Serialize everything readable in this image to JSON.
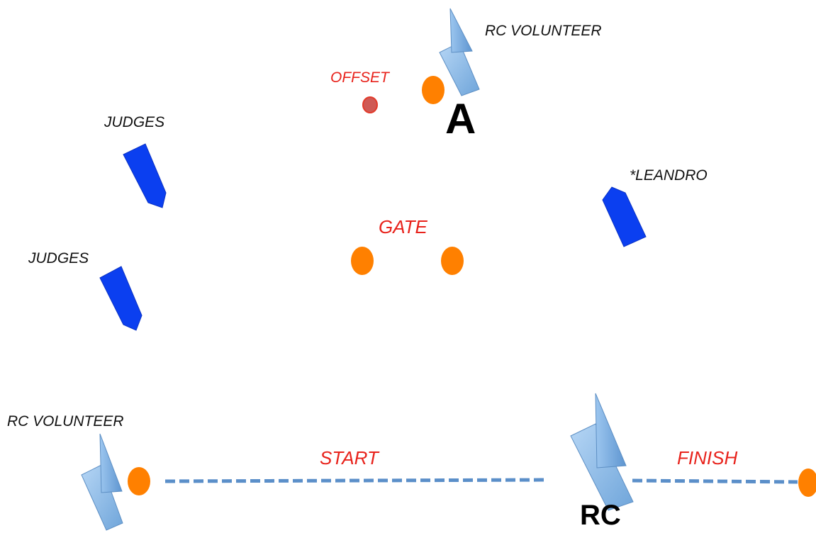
{
  "colors": {
    "mark": "#ff8000",
    "offset_mark": "#cf5a55",
    "judge_boat": "#0b3ff0",
    "rc_boat": "#8fbde8",
    "line": "#5b8fc9",
    "red_text": "#e8231c"
  },
  "labels": {
    "rc_volunteer_top": "RC VOLUNTEER",
    "offset": "OFFSET",
    "mark_a": "A",
    "judges_1": "JUDGES",
    "judges_2": "JUDGES",
    "leandro": "*LEANDRO",
    "gate": "GATE",
    "rc_volunteer_bottom": "RC VOLUNTEER",
    "start": "START",
    "finish": "FINISH",
    "rc": "RC"
  },
  "icons": {
    "sailboat": "sailboat-icon",
    "motorboat": "motorboat-icon",
    "buoy": "buoy-icon"
  }
}
